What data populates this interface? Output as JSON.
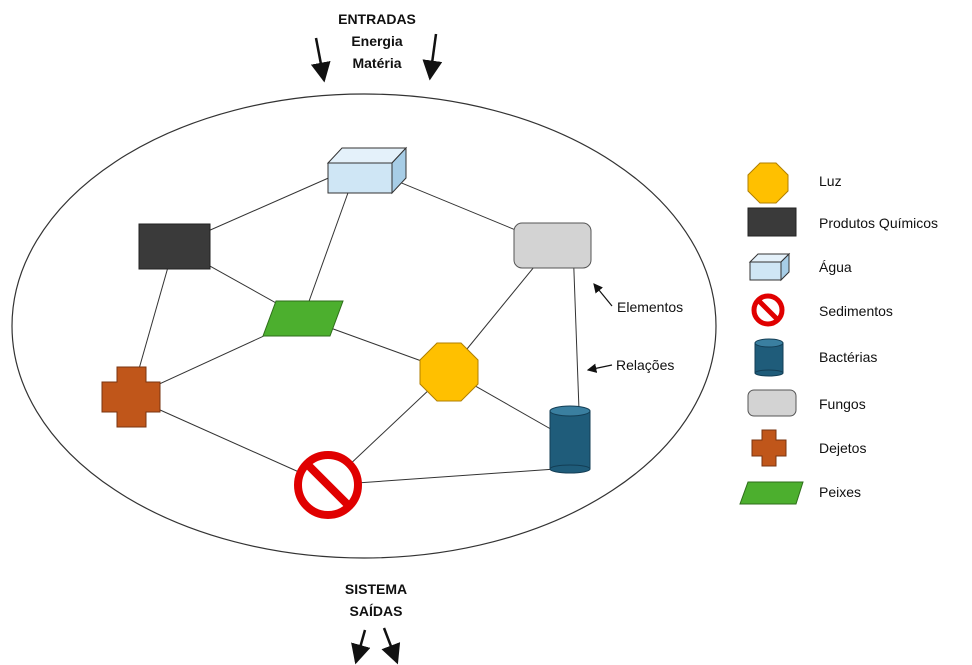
{
  "header": {
    "inputs_title": "ENTRADAS",
    "input_1": "Energia",
    "input_2": "Matéria"
  },
  "footer": {
    "system_label": "SISTEMA",
    "outputs_title": "SAÍDAS"
  },
  "annotations": {
    "elements": "Elementos",
    "relations": "Relações"
  },
  "legend": {
    "light": "Luz",
    "chemicals": "Produtos Químicos",
    "water": "Água",
    "sediments": "Sedimentos",
    "bacteria": "Bactérias",
    "fungi": "Fungos",
    "waste": "Dejetos",
    "fish": "Peixes"
  },
  "colors": {
    "light": "#FFC000",
    "chemicals": "#3A3A3A",
    "water": "#CFE6F5",
    "sediments": "#E00000",
    "bacteria": "#1F5C7A",
    "fungi": "#D3D3D3",
    "waste": "#C0561A",
    "fish": "#4CAF2E"
  }
}
